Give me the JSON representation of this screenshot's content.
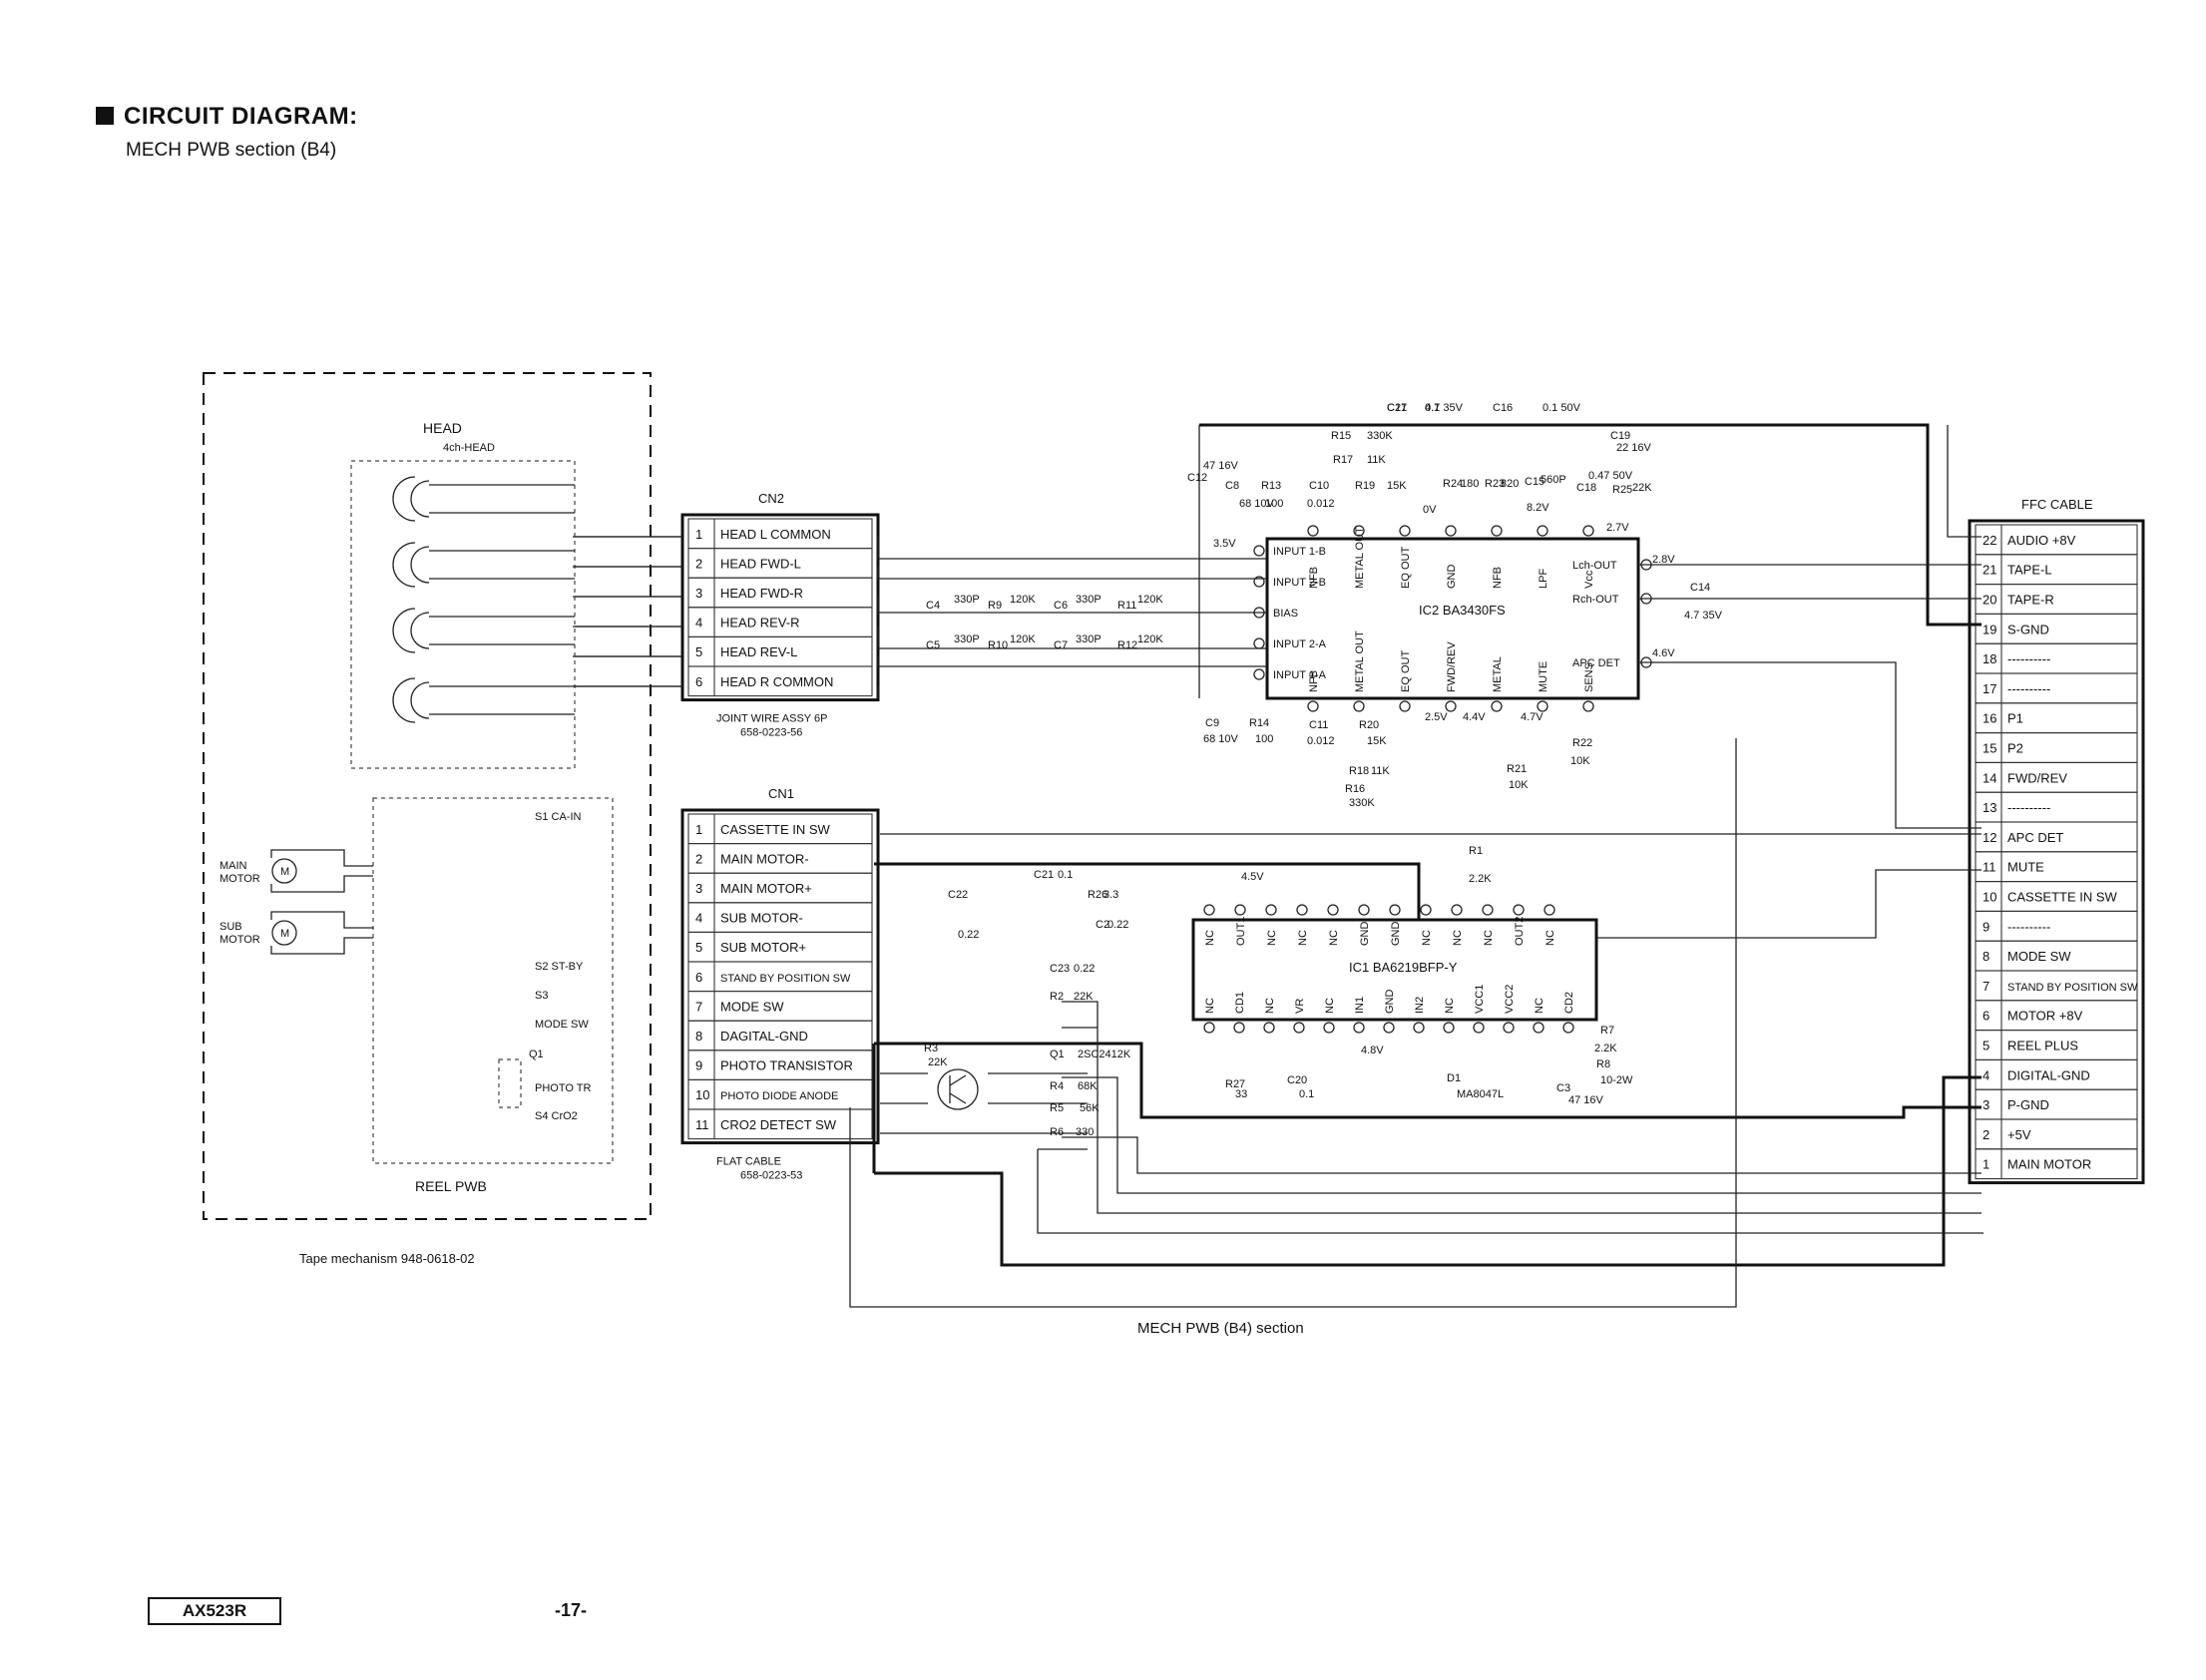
{
  "header": {
    "title": "CIRCUIT DIAGRAM:",
    "subtitle": "MECH PWB section (B4)"
  },
  "footer": {
    "model": "AX523R",
    "page": "-17-"
  },
  "labels": {
    "head": "HEAD",
    "head_sub": "4ch-HEAD",
    "reel_pwb": "REEL PWB",
    "tape_mech": "Tape mechanism 948-0618-02",
    "section": "MECH PWB (B4) section",
    "main_motor_1": "MAIN",
    "main_motor_2": "MOTOR",
    "sub_motor_1": "SUB",
    "sub_motor_2": "MOTOR",
    "s1": "S1 CA-IN",
    "s2": "S2 ST-BY",
    "s3": "S3",
    "mode_sw": "MODE SW",
    "q1_reel": "Q1",
    "photo_tr": "PHOTO TR",
    "s4": "S4 CrO2",
    "motor_m": "M"
  },
  "cn2": {
    "title": "CN2",
    "caption_1": "JOINT WIRE ASSY 6P",
    "caption_2": "658-0223-56",
    "pins": [
      {
        "n": "1",
        "label": "HEAD L COMMON"
      },
      {
        "n": "2",
        "label": "HEAD FWD-L"
      },
      {
        "n": "3",
        "label": "HEAD FWD-R"
      },
      {
        "n": "4",
        "label": "HEAD REV-R"
      },
      {
        "n": "5",
        "label": "HEAD REV-L"
      },
      {
        "n": "6",
        "label": "HEAD R COMMON"
      }
    ]
  },
  "cn1": {
    "title": "CN1",
    "caption_1": "FLAT CABLE",
    "caption_2": "658-0223-53",
    "pins": [
      {
        "n": "1",
        "label": "CASSETTE IN SW"
      },
      {
        "n": "2",
        "label": "MAIN MOTOR-"
      },
      {
        "n": "3",
        "label": "MAIN MOTOR+"
      },
      {
        "n": "4",
        "label": "SUB MOTOR-"
      },
      {
        "n": "5",
        "label": "SUB MOTOR+"
      },
      {
        "n": "6",
        "label": "STAND BY POSITION SW"
      },
      {
        "n": "7",
        "label": "MODE SW"
      },
      {
        "n": "8",
        "label": "DAGITAL-GND"
      },
      {
        "n": "9",
        "label": "PHOTO TRANSISTOR"
      },
      {
        "n": "10",
        "label": "PHOTO DIODE ANODE"
      },
      {
        "n": "11",
        "label": "CRO2 DETECT SW"
      }
    ]
  },
  "ffc": {
    "title": "FFC CABLE",
    "pins": [
      {
        "n": "22",
        "label": "AUDIO +8V"
      },
      {
        "n": "21",
        "label": "TAPE-L"
      },
      {
        "n": "20",
        "label": "TAPE-R"
      },
      {
        "n": "19",
        "label": "S-GND"
      },
      {
        "n": "18",
        "label": "----------"
      },
      {
        "n": "17",
        "label": "----------"
      },
      {
        "n": "16",
        "label": "P1"
      },
      {
        "n": "15",
        "label": "P2"
      },
      {
        "n": "14",
        "label": "FWD/REV"
      },
      {
        "n": "13",
        "label": "----------"
      },
      {
        "n": "12",
        "label": "APC DET"
      },
      {
        "n": "11",
        "label": "MUTE"
      },
      {
        "n": "10",
        "label": "CASSETTE IN SW"
      },
      {
        "n": "9",
        "label": "----------"
      },
      {
        "n": "8",
        "label": "MODE SW"
      },
      {
        "n": "7",
        "label": "STAND BY POSITION SW"
      },
      {
        "n": "6",
        "label": "MOTOR +8V"
      },
      {
        "n": "5",
        "label": "REEL PLUS"
      },
      {
        "n": "4",
        "label": "DIGITAL-GND"
      },
      {
        "n": "3",
        "label": "P-GND"
      },
      {
        "n": "2",
        "label": "+5V"
      },
      {
        "n": "1",
        "label": "MAIN MOTOR"
      }
    ]
  },
  "ic2": {
    "name": "IC2  BA3430FS",
    "left": [
      "INPUT 1-B",
      "INPUT 2-B",
      "BIAS",
      "INPUT 2-A",
      "INPUT 1-A"
    ],
    "top": [
      "NFB",
      "METAL OUT",
      "EQ OUT",
      "GND",
      "NFB",
      "LPF",
      "Vcc"
    ],
    "bottom": [
      "NFB",
      "METAL OUT",
      "EQ OUT",
      "FWD/REV",
      "METAL",
      "MUTE",
      "SENS"
    ],
    "right": [
      "Lch-OUT",
      "Rch-OUT",
      "APC DET"
    ]
  },
  "ic1": {
    "name": "IC1  BA6219BFP-Y",
    "top": [
      "NC",
      "OUT1",
      "NC",
      "NC",
      "NC",
      "GND",
      "GND",
      "NC",
      "NC",
      "NC",
      "OUT2",
      "NC"
    ],
    "bottom": [
      "NC",
      "CD1",
      "NC",
      "VR",
      "NC",
      "IN1",
      "GND",
      "IN2",
      "NC",
      "VCC1",
      "VCC2",
      "NC",
      "CD2"
    ]
  },
  "components": [
    "C17",
    "4.7 35V",
    "C16",
    "0.1 50V",
    "R15",
    "330K",
    "C19",
    "22 16V",
    "R17",
    "11K",
    "C12",
    "47 16V",
    "C8",
    "68 10V",
    "R13",
    "100",
    "C10",
    "0.012",
    "R19",
    "15K",
    "R24",
    "180",
    "R23",
    "820",
    "C15",
    "560P",
    "C18",
    "0.47 50V",
    "R25",
    "22K",
    "C4",
    "330P",
    "R9",
    "120K",
    "C6",
    "330P",
    "R11",
    "120K",
    "C5",
    "330P",
    "R10",
    "120K",
    "C7",
    "330P",
    "R12",
    "120K",
    "C14",
    "4.7 35V",
    "C9",
    "68 10V",
    "R14",
    "100",
    "C11",
    "0.012",
    "R20",
    "15K",
    "R18",
    "11K",
    "R16",
    "330K",
    "R21",
    "10K",
    "R22",
    "10K",
    "C22",
    "0.22",
    "C21",
    "0.1",
    "R26",
    "3.3",
    "C2",
    "0.22",
    "R1",
    "2.2K",
    "C23",
    "0.22",
    "R2",
    "22K",
    "R3",
    "22K",
    "Q1",
    "2SC2412K",
    "R4",
    "68K",
    "R5",
    "56K",
    "R6",
    "330",
    "R7",
    "2.2K",
    "R8",
    "10-2W",
    "R27",
    "33",
    "C20",
    "0.1",
    "D1",
    "MA8047L",
    "C3",
    "47 16V",
    "C21",
    "0.1"
  ],
  "voltages": [
    "3.5V",
    "2.8V",
    "2.7V",
    "4.6V",
    "0V",
    "8.2V",
    "4.5V",
    "4.8V",
    "2.5V",
    "4.4V",
    "4.7V"
  ]
}
